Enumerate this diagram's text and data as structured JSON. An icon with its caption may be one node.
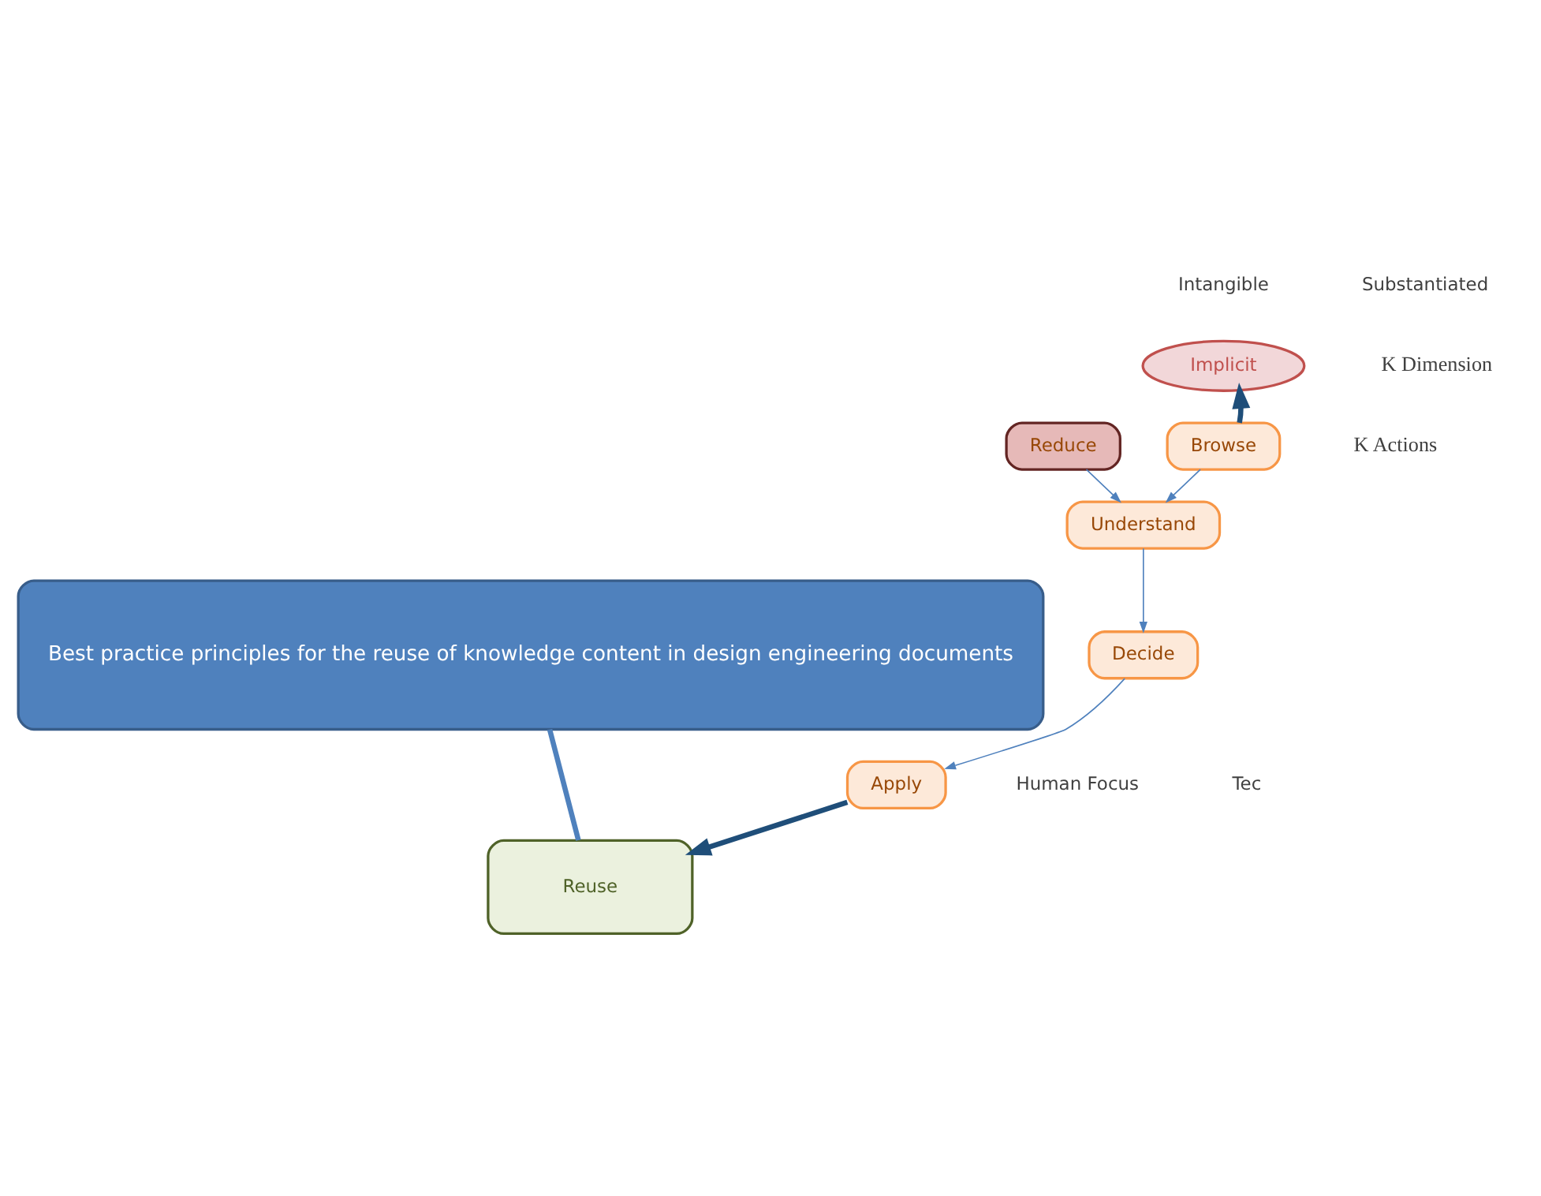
{
  "diagram": {
    "nodes": [
      {
        "text": [
          "Implicit"
        ]
      },
      {
        "text": [
          "Browse"
        ]
      },
      {
        "text": [
          "Reduce"
        ]
      },
      {
        "text": [
          "Understand"
        ]
      },
      {
        "text": [
          "Decide"
        ]
      },
      {
        "text": [
          "Apply"
        ]
      },
      {
        "text": [
          "Reuse"
        ]
      },
      {
        "text": [
          "Best practice principles for the reuse of knowledge content in design engineering documents"
        ]
      }
    ],
    "edges": [
      {
        "from": 1,
        "to": 0,
        "arrow": "to",
        "style": "thick",
        "color": "#1f4e79"
      },
      {
        "from": 1,
        "to": 3,
        "arrow": "to"
      },
      {
        "from": 2,
        "to": 3,
        "arrow": "to"
      },
      {
        "from": 3,
        "to": 4,
        "arrow": "to"
      },
      {
        "from": 4,
        "to": 5,
        "arrow": "to"
      },
      {
        "from": 5,
        "to": 6,
        "arrow": "to",
        "style": "thick",
        "color": "#1f4e79"
      },
      {
        "from": 7,
        "to": 6,
        "arrow": "none",
        "style": "thick",
        "color": "#4f81bd"
      }
    ],
    "labels": [
      "Intangible",
      "Substantiated",
      "K Dimension",
      "K Actions",
      "Human Focus",
      "Tec"
    ]
  }
}
